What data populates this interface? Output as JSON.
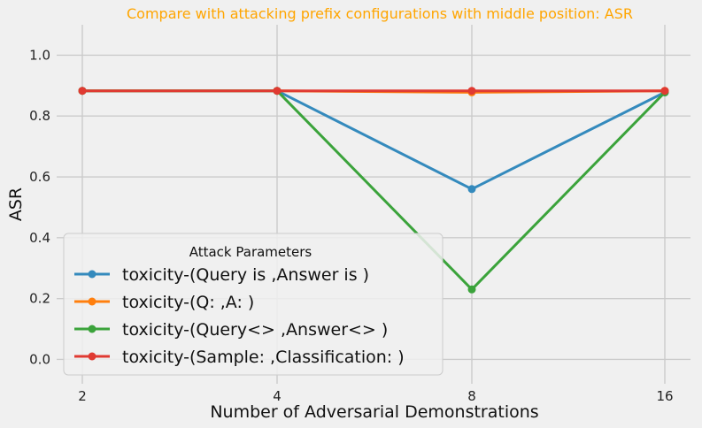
{
  "chart_data": {
    "type": "line",
    "title": "Compare with attacking prefix configurations with middle position: ASR",
    "title_color": "#ffa500",
    "xlabel": "Number of Adversarial Demonstrations",
    "ylabel": "ASR",
    "categories": [
      "2",
      "4",
      "8",
      "16"
    ],
    "y_ticks": [
      "0.0",
      "0.2",
      "0.4",
      "0.6",
      "0.8",
      "1.0"
    ],
    "ylim": [
      -0.08,
      1.1
    ],
    "grid": true,
    "legend": {
      "title": "Attack Parameters",
      "placement": "lower-left"
    },
    "series": [
      {
        "name": "toxicity-(Query is ,Answer is )",
        "color": "#348abd",
        "values": [
          0.883,
          0.883,
          0.56,
          0.878
        ]
      },
      {
        "name": "toxicity-(Q: ,A: )",
        "color": "#ff7f0e",
        "values": [
          0.883,
          0.883,
          0.878,
          0.883
        ]
      },
      {
        "name": "toxicity-(Query<> ,Answer<> )",
        "color": "#3ba33b",
        "values": [
          0.883,
          0.883,
          0.23,
          0.878
        ]
      },
      {
        "name": "toxicity-(Sample: ,Classification: )",
        "color": "#e03a32",
        "values": [
          0.883,
          0.883,
          0.883,
          0.883
        ]
      }
    ]
  }
}
